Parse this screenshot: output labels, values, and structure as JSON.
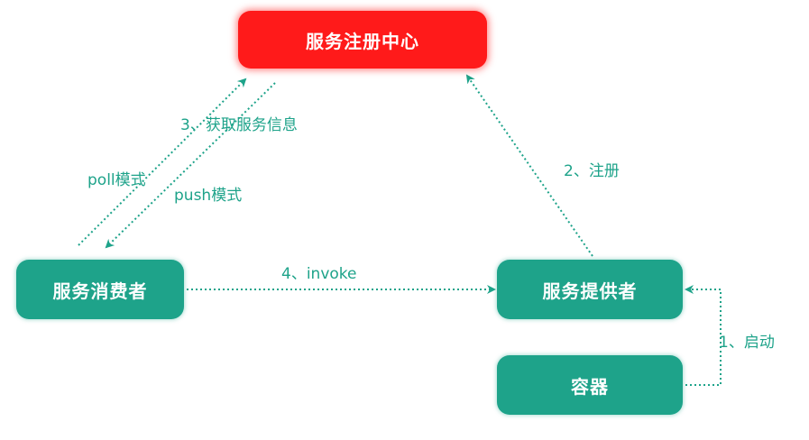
{
  "nodes": {
    "registry": "服务注册中心",
    "consumer": "服务消费者",
    "provider": "服务提供者",
    "container": "容器"
  },
  "edges": {
    "fetch_info": "3、获取服务信息",
    "poll": "poll模式",
    "push": "push模式",
    "register": "2、注册",
    "invoke": "4、invoke",
    "start": "1、启动"
  },
  "colors": {
    "registry": "#ff1a1a",
    "service_node": "#1ea38a",
    "link": "#1ea38a",
    "node_text": "#ffffff"
  }
}
